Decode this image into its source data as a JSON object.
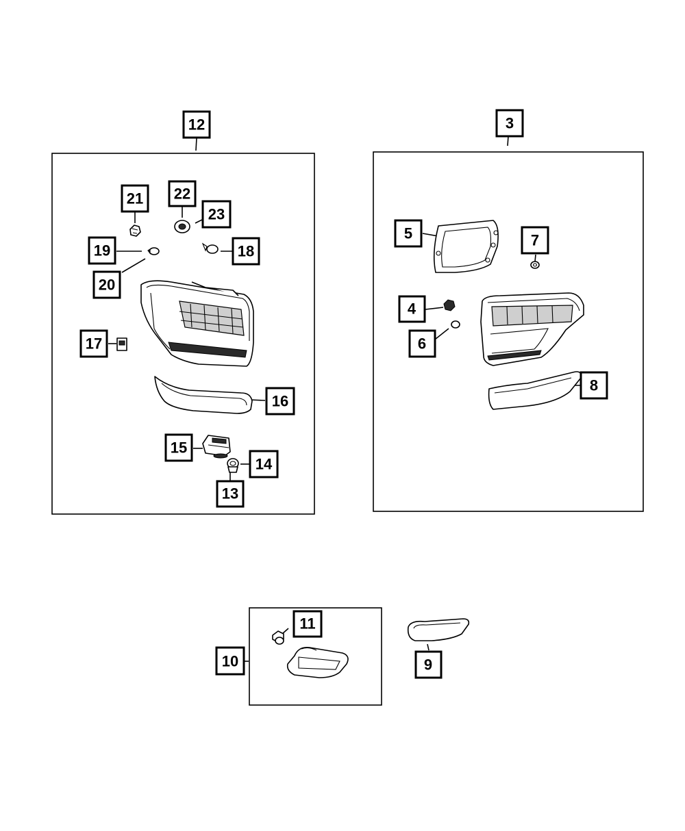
{
  "callouts": {
    "c3": "3",
    "c4": "4",
    "c5": "5",
    "c6": "6",
    "c7": "7",
    "c8": "8",
    "c9": "9",
    "c10": "10",
    "c11": "11",
    "c12": "12",
    "c13": "13",
    "c14": "14",
    "c15": "15",
    "c16": "16",
    "c17": "17",
    "c18": "18",
    "c19": "19",
    "c20": "20",
    "c21": "21",
    "c22": "22",
    "c23": "23"
  },
  "colors": {
    "line": "#000000",
    "background": "#ffffff",
    "shade": "#cfcfcf"
  }
}
